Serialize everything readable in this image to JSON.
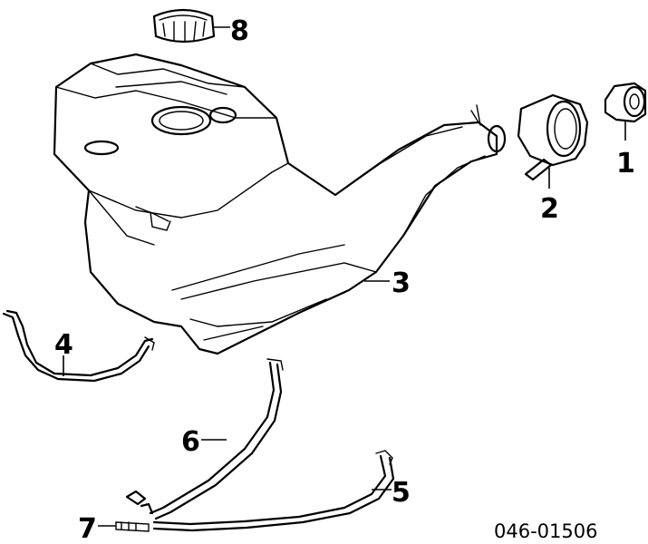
{
  "callouts": {
    "c1": "1",
    "c2": "2",
    "c3": "3",
    "c4": "4",
    "c5": "5",
    "c6": "6",
    "c7": "7",
    "c8": "8"
  },
  "diagram_code": "046-01506"
}
